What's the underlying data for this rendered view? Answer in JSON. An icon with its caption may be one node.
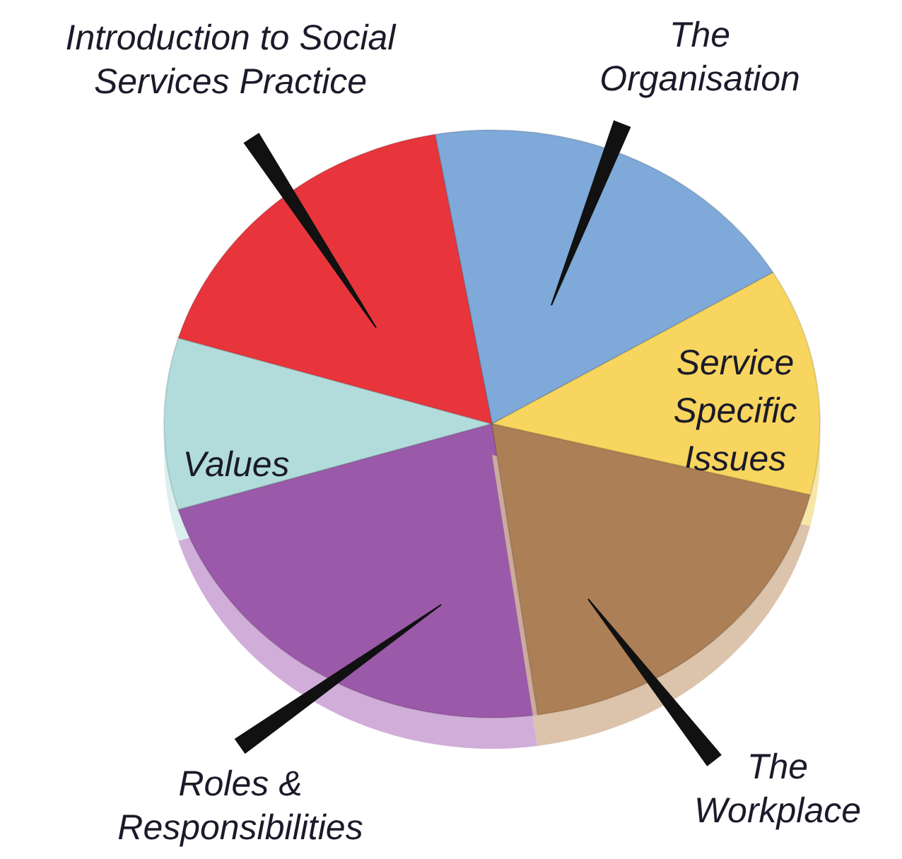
{
  "diagram": {
    "nodes": [
      {
        "text": [
          "Introduction to Social Services Practice"
        ]
      },
      {
        "text": [],
        "shape": "wedge"
      },
      {
        "text": [
          "The Organisation"
        ]
      },
      {
        "text": [],
        "shape": "wedge"
      },
      {
        "text": [
          "Service Specific Issues"
        ]
      },
      {
        "text": [],
        "shape": "wedge"
      },
      {
        "text": [
          "The Workplace"
        ]
      },
      {
        "text": [],
        "shape": "wedge"
      },
      {
        "text": [
          "Roles & Responsibilities"
        ]
      },
      {
        "text": [
          "Values"
        ]
      }
    ],
    "edges": [
      {
        "from": 0,
        "to": 1,
        "arrow": "none"
      },
      {
        "from": 2,
        "to": 3,
        "arrow": "none"
      },
      {
        "from": 6,
        "to": 5,
        "arrow": "none"
      },
      {
        "from": 8,
        "to": 7,
        "arrow": "none"
      }
    ]
  }
}
